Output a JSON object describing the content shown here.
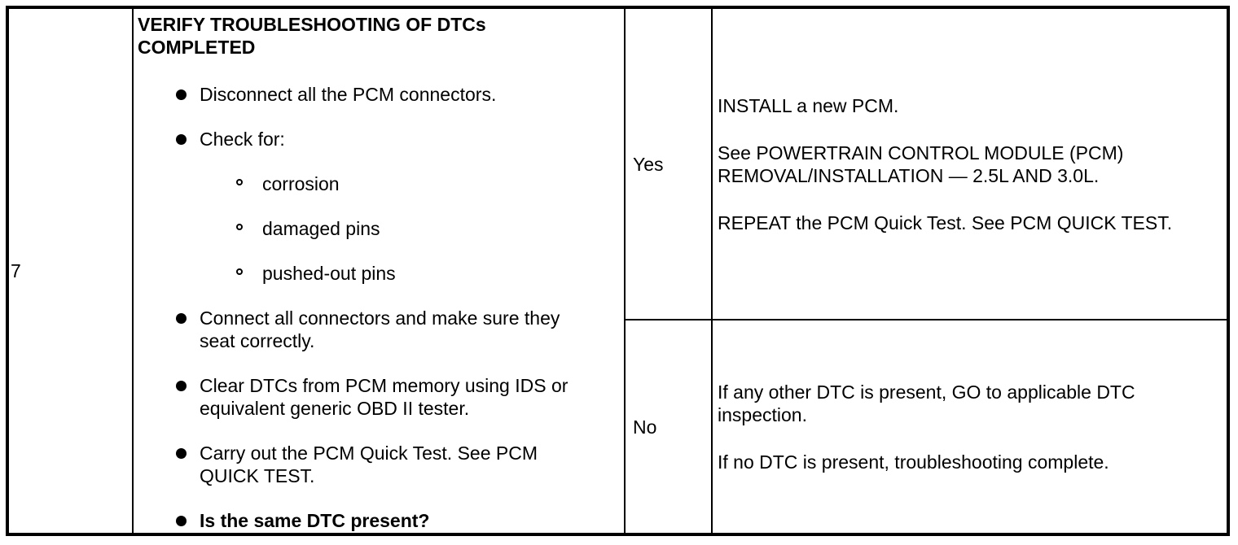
{
  "colors": {
    "background": "#ffffff",
    "text": "#000000",
    "border": "#000000"
  },
  "icons": {
    "bullet": "filled-circle",
    "sub_bullet": "open-circle"
  },
  "table": {
    "step_number": "7",
    "procedure": {
      "title": "VERIFY TROUBLESHOOTING OF DTCs COMPLETED",
      "items": [
        {
          "level": 1,
          "text": "Disconnect all the PCM connectors."
        },
        {
          "level": 1,
          "text": "Check for:"
        },
        {
          "level": 2,
          "text": "corrosion"
        },
        {
          "level": 2,
          "text": "damaged pins"
        },
        {
          "level": 2,
          "text": "pushed-out pins"
        },
        {
          "level": 1,
          "text": "Connect all connectors and make sure they seat correctly."
        },
        {
          "level": 1,
          "text": "Clear DTCs from PCM memory using IDS or equivalent generic OBD II tester."
        },
        {
          "level": 1,
          "text": "Carry out the PCM Quick Test. See PCM QUICK TEST."
        },
        {
          "level": 1,
          "text": "Is the same DTC present?",
          "emphasis": "bold"
        }
      ]
    },
    "outcomes": [
      {
        "answer": "Yes",
        "actions": [
          "INSTALL a new PCM.",
          "See POWERTRAIN CONTROL MODULE (PCM) REMOVAL/INSTALLATION — 2.5L AND 3.0L.",
          "REPEAT the PCM Quick Test. See PCM QUICK TEST."
        ]
      },
      {
        "answer": "No",
        "actions": [
          "If any other DTC is present, GO to applicable DTC inspection.",
          "If no DTC is present, troubleshooting complete."
        ]
      }
    ]
  }
}
